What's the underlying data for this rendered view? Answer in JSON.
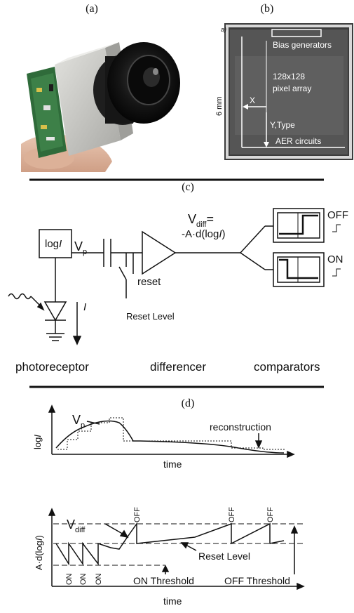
{
  "panels": {
    "a": {
      "label": "(a)"
    },
    "b": {
      "label": "(b)",
      "corner_label": "a)",
      "size_label": "6 mm",
      "bias_label": "Bias generators",
      "array_label_1": "128x128",
      "array_label_2": "pixel array",
      "x_label": "X",
      "y_label": "Y,Type",
      "aer_label": "AER circuits"
    },
    "c": {
      "label": "(c)",
      "log_box": "log",
      "log_box_italic": "I",
      "vp_label": "V",
      "vp_sub": "p",
      "vdiff_label": "V",
      "vdiff_sub": "diff",
      "vdiff_eq": "=",
      "vdiff_formula": "-A·d(log",
      "vdiff_formula_italic": "I",
      "vdiff_formula_end": ")",
      "reset_label": "reset",
      "reset_level_label": "Reset Level",
      "current_label": "I",
      "off_label": "OFF",
      "on_label": "ON",
      "photoreceptor_label": "photoreceptor",
      "differencer_label": "differencer",
      "comparators_label": "comparators"
    },
    "d": {
      "label": "(d)",
      "top_ylabel": "log",
      "top_ylabel_italic": "I",
      "top_xlabel": "time",
      "vp_label": "V",
      "vp_sub": "p",
      "reconstruction_label": "reconstruction",
      "bottom_ylabel": "A·d(log",
      "bottom_ylabel_italic": "I",
      "bottom_ylabel_end": ")",
      "bottom_xlabel": "time",
      "vdiff_label": "V",
      "vdiff_sub": "diff",
      "off_event_label": "OFF",
      "on_event_label": "ON",
      "reset_level_label": "Reset Level",
      "on_threshold_label": "ON Threshold",
      "off_threshold_label": "OFF Threshold"
    }
  },
  "colors": {
    "ink": "#111111",
    "chip_bg": "#4a4a4a",
    "camera_body": "#c9c9c6",
    "pcb": "#2f6b3a",
    "lens": "#1a1a1a"
  }
}
